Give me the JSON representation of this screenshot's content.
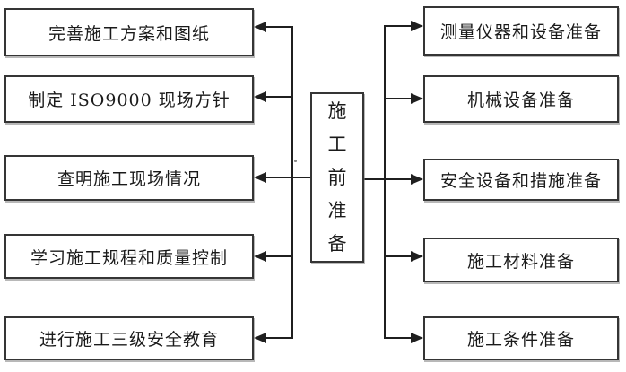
{
  "diagram": {
    "center_box": {
      "label": "施工前准备"
    },
    "left_boxes": [
      {
        "label": "完善施工方案和图纸"
      },
      {
        "label": "制定 ISO9000 现场方针"
      },
      {
        "label": "查明施工现场情况"
      },
      {
        "label": "学习施工规程和质量控制"
      },
      {
        "label": "进行施工三级安全教育"
      }
    ],
    "right_boxes": [
      {
        "label": "测量仪器和设备准备"
      },
      {
        "label": "机械设备准备"
      },
      {
        "label": "安全设备和措施准备"
      },
      {
        "label": "施工材料准备"
      },
      {
        "label": "施工条件准备"
      }
    ],
    "colors": {
      "background": "#ffffff",
      "border": "#353535",
      "line": "#1f1f1f",
      "text": "#1a1a1a"
    }
  }
}
